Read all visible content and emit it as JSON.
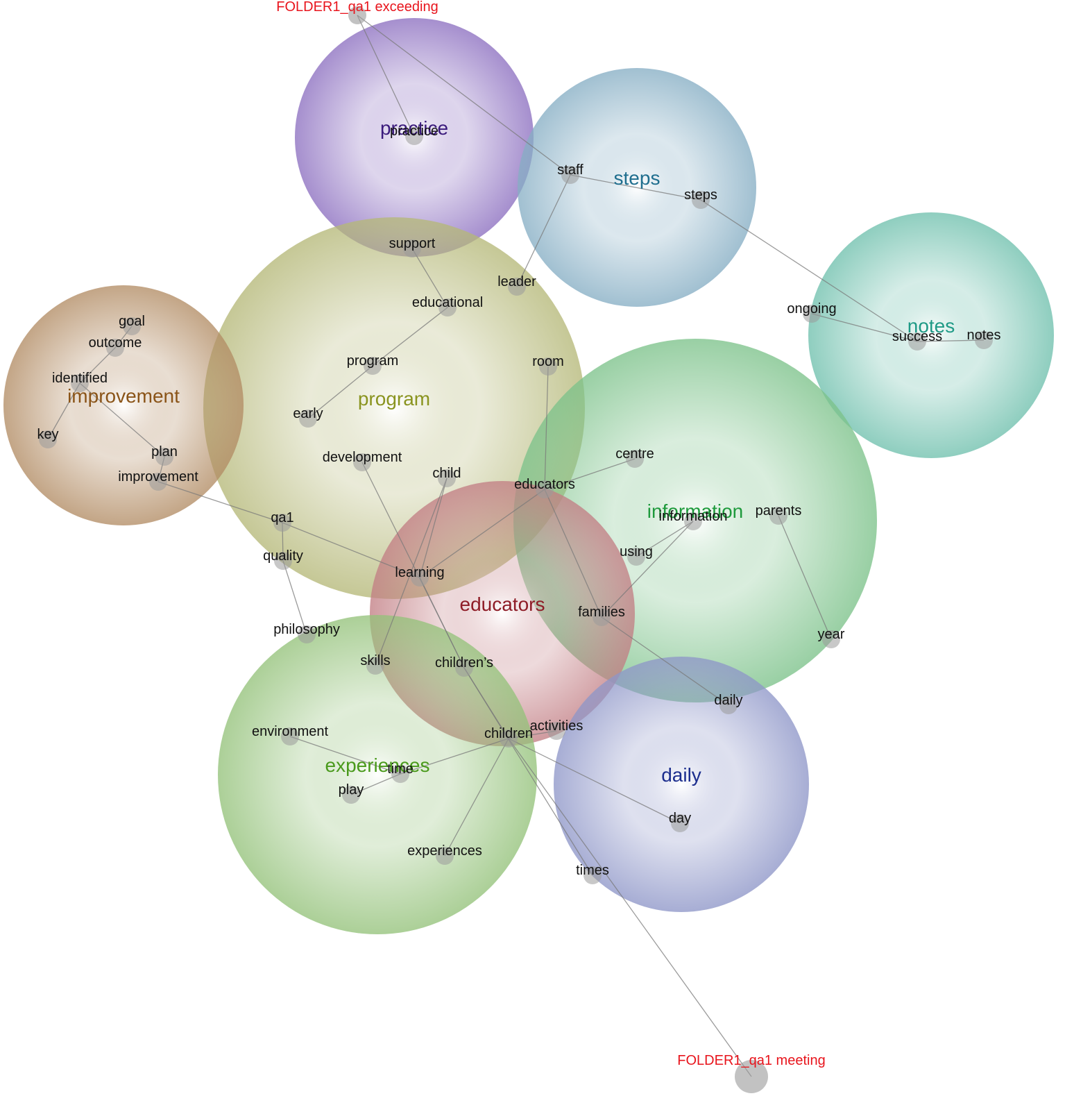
{
  "themes": [
    {
      "id": "practice",
      "label": "practice",
      "color": "#8c6fc0",
      "text_color": "#3a1a7c"
    },
    {
      "id": "steps",
      "label": "steps",
      "color": "#86aec4",
      "text_color": "#1f6e8e"
    },
    {
      "id": "notes",
      "label": "notes",
      "color": "#6fc0ad",
      "text_color": "#1f9a86"
    },
    {
      "id": "program",
      "label": "program",
      "color": "#b5b878",
      "text_color": "#8a9420"
    },
    {
      "id": "improvement",
      "label": "improvement",
      "color": "#b28c64",
      "text_color": "#8a5418"
    },
    {
      "id": "information",
      "label": "information",
      "color": "#7cc28a",
      "text_color": "#1e9a3c"
    },
    {
      "id": "educators",
      "label": "educators",
      "color": "#c27e84",
      "text_color": "#8e1c26"
    },
    {
      "id": "experiences",
      "label": "experiences",
      "color": "#94c27a",
      "text_color": "#4a9a1c"
    },
    {
      "id": "daily",
      "label": "daily",
      "color": "#8e96c8",
      "text_color": "#1c2e8e"
    }
  ],
  "concepts": [
    {
      "id": "practice",
      "label": "practice"
    },
    {
      "id": "staff",
      "label": "staff"
    },
    {
      "id": "steps",
      "label": "steps"
    },
    {
      "id": "support",
      "label": "support"
    },
    {
      "id": "leader",
      "label": "leader"
    },
    {
      "id": "educational",
      "label": "educational"
    },
    {
      "id": "ongoing",
      "label": "ongoing"
    },
    {
      "id": "success",
      "label": "success"
    },
    {
      "id": "notes",
      "label": "notes"
    },
    {
      "id": "goal",
      "label": "goal"
    },
    {
      "id": "outcome",
      "label": "outcome"
    },
    {
      "id": "identified",
      "label": "identified"
    },
    {
      "id": "key",
      "label": "key"
    },
    {
      "id": "plan",
      "label": "plan"
    },
    {
      "id": "improvement",
      "label": "improvement"
    },
    {
      "id": "program",
      "label": "program"
    },
    {
      "id": "room",
      "label": "room"
    },
    {
      "id": "early",
      "label": "early"
    },
    {
      "id": "development",
      "label": "development"
    },
    {
      "id": "child",
      "label": "child"
    },
    {
      "id": "centre",
      "label": "centre"
    },
    {
      "id": "educators",
      "label": "educators"
    },
    {
      "id": "qa1",
      "label": "qa1"
    },
    {
      "id": "information",
      "label": "information"
    },
    {
      "id": "parents",
      "label": "parents"
    },
    {
      "id": "using",
      "label": "using"
    },
    {
      "id": "quality",
      "label": "quality"
    },
    {
      "id": "learning",
      "label": "learning"
    },
    {
      "id": "families",
      "label": "families"
    },
    {
      "id": "philosophy",
      "label": "philosophy"
    },
    {
      "id": "year",
      "label": "year"
    },
    {
      "id": "skills",
      "label": "skills"
    },
    {
      "id": "childrens",
      "label": "children’s"
    },
    {
      "id": "daily",
      "label": "daily"
    },
    {
      "id": "environment",
      "label": "environment"
    },
    {
      "id": "activities",
      "label": "activities"
    },
    {
      "id": "children",
      "label": "children"
    },
    {
      "id": "time",
      "label": "time"
    },
    {
      "id": "play",
      "label": "play"
    },
    {
      "id": "day",
      "label": "day"
    },
    {
      "id": "experiences",
      "label": "experiences"
    },
    {
      "id": "times",
      "label": "times"
    }
  ],
  "files": [
    {
      "id": "exceeding",
      "label": "FOLDER1_qa1 exceeding"
    },
    {
      "id": "meeting",
      "label": "FOLDER1_qa1 meeting"
    }
  ],
  "connections": [
    [
      "exceeding",
      "practice"
    ],
    [
      "exceeding",
      "staff"
    ],
    [
      "staff",
      "steps"
    ],
    [
      "staff",
      "leader"
    ],
    [
      "steps",
      "success"
    ],
    [
      "success",
      "notes"
    ],
    [
      "ongoing",
      "success"
    ],
    [
      "support",
      "educational"
    ],
    [
      "educational",
      "program"
    ],
    [
      "program",
      "early"
    ],
    [
      "goal",
      "outcome"
    ],
    [
      "outcome",
      "identified"
    ],
    [
      "identified",
      "key"
    ],
    [
      "identified",
      "plan"
    ],
    [
      "plan",
      "improvement"
    ],
    [
      "improvement",
      "qa1"
    ],
    [
      "qa1",
      "learning"
    ],
    [
      "qa1",
      "quality"
    ],
    [
      "quality",
      "philosophy"
    ],
    [
      "room",
      "educators"
    ],
    [
      "centre",
      "educators"
    ],
    [
      "educators",
      "learning"
    ],
    [
      "educators",
      "families"
    ],
    [
      "child",
      "learning"
    ],
    [
      "child",
      "skills"
    ],
    [
      "development",
      "childrens"
    ],
    [
      "learning",
      "childrens"
    ],
    [
      "information",
      "using"
    ],
    [
      "information",
      "families"
    ],
    [
      "parents",
      "year"
    ],
    [
      "families",
      "daily"
    ],
    [
      "childrens",
      "children"
    ],
    [
      "childrens",
      "times"
    ],
    [
      "children",
      "activities"
    ],
    [
      "children",
      "time"
    ],
    [
      "time",
      "play"
    ],
    [
      "environment",
      "time"
    ],
    [
      "children",
      "experiences"
    ],
    [
      "children",
      "day"
    ],
    [
      "children",
      "meeting"
    ]
  ]
}
